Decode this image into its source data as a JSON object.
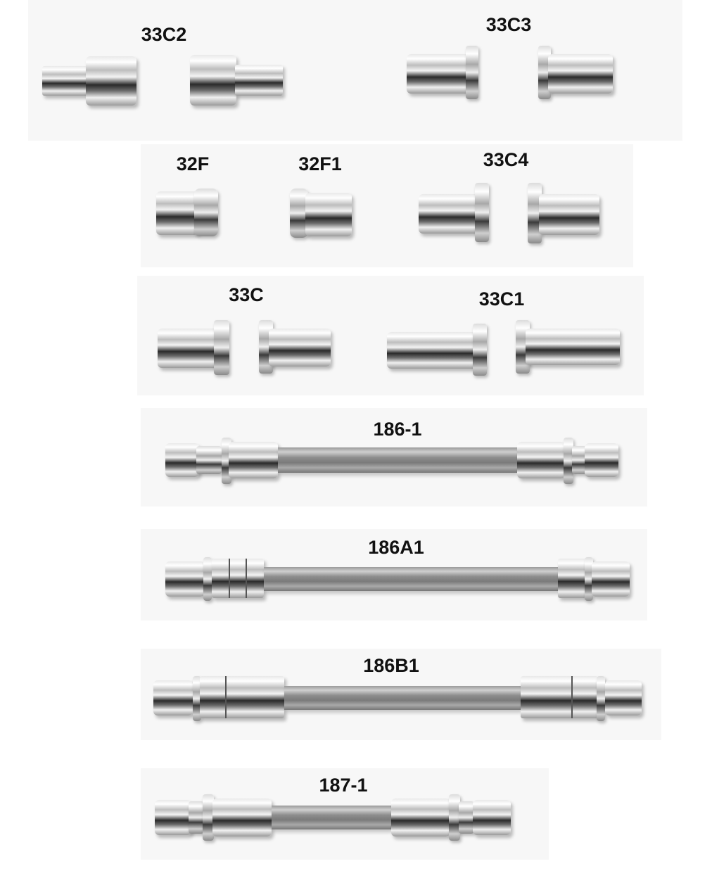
{
  "catalog": {
    "background": "#ffffff",
    "panel_color": "#f7f7f7",
    "parts": [
      {
        "id": "33c2",
        "label": "33C2",
        "type": "axle-nut-pair",
        "pieces": 2
      },
      {
        "id": "33c3",
        "label": "33C3",
        "type": "axle-cone-pair",
        "pieces": 2
      },
      {
        "id": "32f",
        "label": "32F",
        "type": "axle-nut",
        "pieces": 1
      },
      {
        "id": "32f1",
        "label": "32F1",
        "type": "axle-nut",
        "pieces": 1
      },
      {
        "id": "33c4",
        "label": "33C4",
        "type": "axle-cone-pair",
        "pieces": 2
      },
      {
        "id": "33c",
        "label": "33C",
        "type": "axle-cone-pair",
        "pieces": 2
      },
      {
        "id": "33c1",
        "label": "33C1",
        "type": "axle-cone-pair",
        "pieces": 2
      },
      {
        "id": "186-1",
        "label": "186-1",
        "type": "axle-assembly",
        "pieces": 1
      },
      {
        "id": "186a1",
        "label": "186A1",
        "type": "axle-assembly",
        "pieces": 1
      },
      {
        "id": "186b1",
        "label": "186B1",
        "type": "axle-assembly",
        "pieces": 1
      },
      {
        "id": "187-1",
        "label": "187-1",
        "type": "axle-assembly",
        "pieces": 1
      }
    ]
  }
}
